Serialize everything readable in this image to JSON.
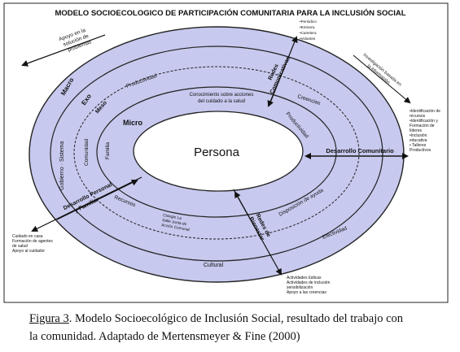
{
  "title": "MODELO SOCIOECOLOGICO DE PARTICIPACIÓN COMUNITARIA PARA LA INCLUSIÓN SOCIAL",
  "center": "Persona",
  "levels": {
    "macro": "Macro",
    "exo": "Exo",
    "meso": "Meso",
    "micro": "Micro"
  },
  "ring_labels": {
    "gobierno": "Gobierno · Sistema",
    "comunidad": "Comunidad",
    "familia": "Familia",
    "productividad": "Productividad",
    "conocimiento_1": "Conocimiento sobre acciones",
    "conocimiento_2": "del cuidado a la salud",
    "creencias": "Creencias",
    "productividad_right": "Productividad",
    "recursos": "Recursos",
    "colegio_1": "Colegio La",
    "colegio_2": "Salle Junta de",
    "colegio_3": "Acción Comunal",
    "disposicion": "Disposición de ayuda",
    "efectividad": "Efectividad",
    "cultural": "Cultural"
  },
  "arrows": {
    "apoyo_1": "Apoyo en la",
    "apoyo_2": "solución de",
    "apoyo_3": "problemas",
    "redes_1": "Redes",
    "redes_2": "Comunicativas",
    "investigacion_1": "Investigación basada en",
    "investigacion_2": "la información",
    "desarrollo_comunitario": "Desarrollo Comunitario",
    "desarrollo_personal_1": "Desarrollo Personal",
    "desarrollo_personal_2": "y Familiar",
    "redes_bienestar_1": "Redes de",
    "redes_bienestar_2": "Bienestar"
  },
  "lists": {
    "media": [
      "•Periódico",
      "•Emisora",
      "•Cartelera",
      "•Volantes"
    ],
    "recursos_right": [
      "•Identificación de",
      " recursos",
      "•Identificación y",
      " Formación de",
      " líderes",
      "•Inclusión",
      " educativa",
      "• Talleres",
      " Productivos"
    ],
    "cuidado": [
      "Cuidado en casa",
      "Formación de agentes",
      "de salud",
      "Apoyo al cuidador"
    ],
    "actividades": [
      "Actividades lúdicas",
      "Actividades de inclusión",
      "sensibilización",
      "Apoyo a las creencias"
    ]
  },
  "caption": {
    "figure": "Figura 3",
    "line1_rest": ". Modelo Socioecológico de Inclusión Social, resultado del trabajo con",
    "line2": "la comunidad. Adaptado de Mertensmeyer &  Fine (2000)"
  }
}
